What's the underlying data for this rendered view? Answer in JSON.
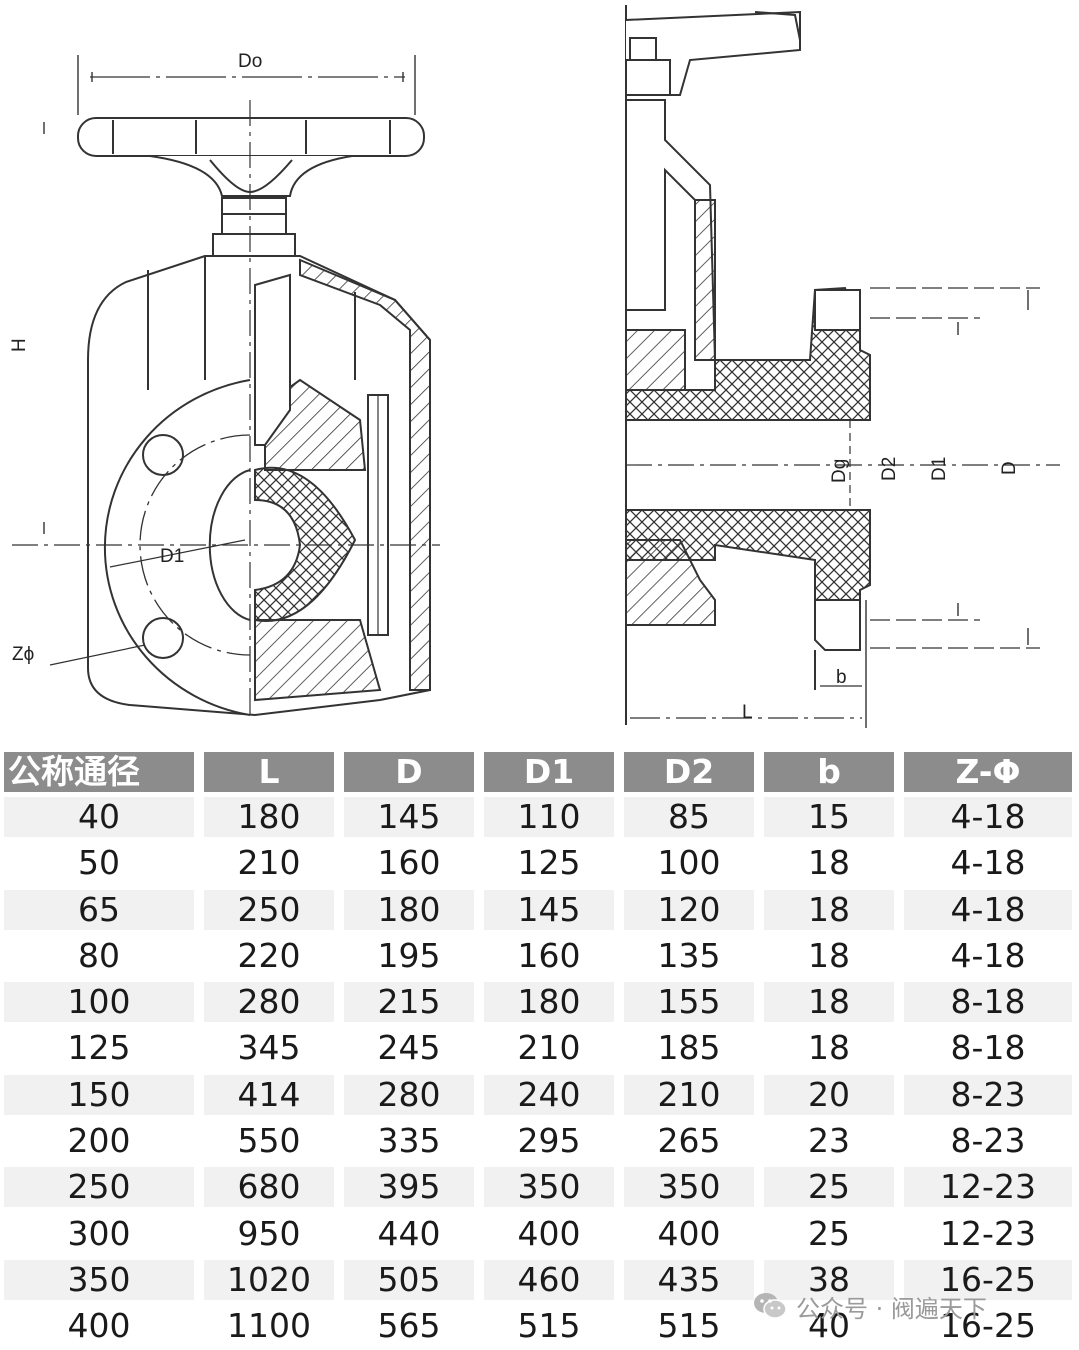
{
  "drawing": {
    "front_view_labels": {
      "do": "Do",
      "h": "H",
      "d1": "D1",
      "z_phi": "Zϕ"
    },
    "side_view_labels": {
      "dg": "Dg",
      "d2": "D2",
      "d1": "D1",
      "d": "D",
      "b": "b",
      "l": "L"
    }
  },
  "table": {
    "columns": [
      "公称通径",
      "L",
      "D",
      "D1",
      "D2",
      "b",
      "Z-Φ"
    ],
    "rows": [
      [
        "40",
        "180",
        "145",
        "110",
        "85",
        "15",
        "4-18"
      ],
      [
        "50",
        "210",
        "160",
        "125",
        "100",
        "18",
        "4-18"
      ],
      [
        "65",
        "250",
        "180",
        "145",
        "120",
        "18",
        "4-18"
      ],
      [
        "80",
        "220",
        "195",
        "160",
        "135",
        "18",
        "4-18"
      ],
      [
        "100",
        "280",
        "215",
        "180",
        "155",
        "18",
        "8-18"
      ],
      [
        "125",
        "345",
        "245",
        "210",
        "185",
        "18",
        "8-18"
      ],
      [
        "150",
        "414",
        "280",
        "240",
        "210",
        "20",
        "8-23"
      ],
      [
        "200",
        "550",
        "335",
        "295",
        "265",
        "23",
        "8-23"
      ],
      [
        "250",
        "680",
        "395",
        "350",
        "350",
        "25",
        "12-23"
      ],
      [
        "300",
        "950",
        "440",
        "400",
        "400",
        "25",
        "12-23"
      ],
      [
        "350",
        "1020",
        "505",
        "460",
        "435",
        "38",
        "16-25"
      ],
      [
        "400",
        "1100",
        "565",
        "515",
        "515",
        "40",
        "16-25"
      ]
    ]
  },
  "watermark": {
    "text": "公众号 · 阀遍天下",
    "icon": "wechat-icon"
  }
}
